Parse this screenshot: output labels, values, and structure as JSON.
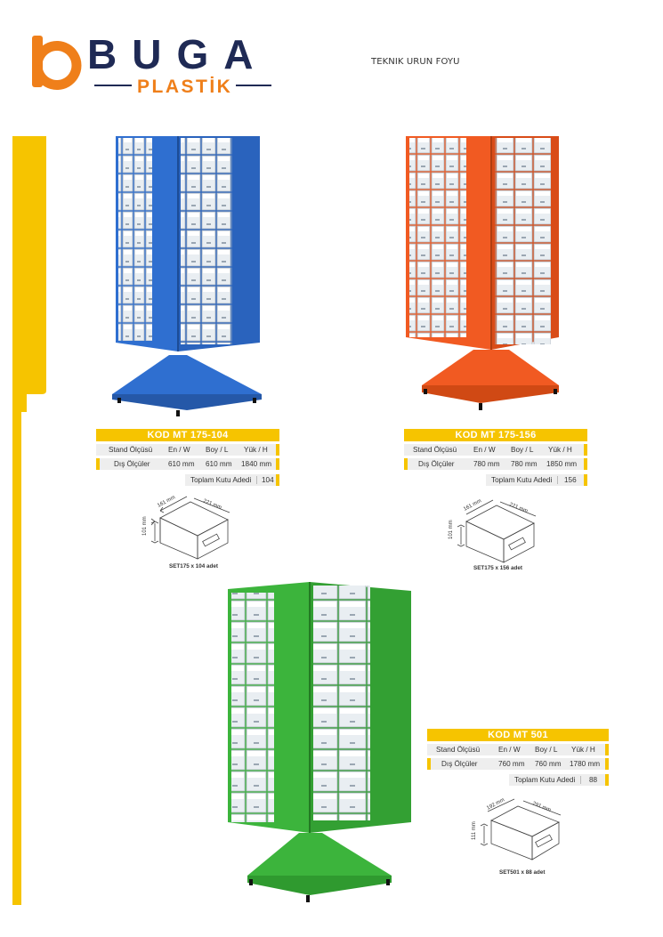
{
  "header": {
    "brand_name": "BUGA",
    "brand_sub": "PLASTİK",
    "document_title": "TEKNIK URUN FOYU"
  },
  "colors": {
    "brand_orange": "#ef7f1a",
    "brand_navy": "#1f2a55",
    "accent_yellow": "#f6c400",
    "blue_stand": "#2f6fd0",
    "orange_stand": "#f15a22",
    "green_stand": "#3cb43c"
  },
  "spec_labels": {
    "stand": "Stand Ölçüsü",
    "outer": "Dış Ölçüler",
    "width": "En / W",
    "length": "Boy / L",
    "height": "Yük / H",
    "total": "Toplam Kutu Adedi"
  },
  "products": [
    {
      "code": "KOD MT 175-104",
      "en": "610 mm",
      "boy": "610 mm",
      "yuk": "1840 mm",
      "total": "104",
      "box_dims": {
        "w": "161 mm",
        "l": "221 mm",
        "h": "101 mm"
      },
      "caption": "SET175 x 104 adet"
    },
    {
      "code": "KOD MT 175-156",
      "en": "780 mm",
      "boy": "780 mm",
      "yuk": "1850 mm",
      "total": "156",
      "box_dims": {
        "w": "161 mm",
        "l": "221 mm",
        "h": "101 mm"
      },
      "caption": "SET175 x 156 adet"
    },
    {
      "code": "KOD MT 501",
      "en": "760 mm",
      "boy": "760 mm",
      "yuk": "1780 mm",
      "total": "88",
      "box_dims": {
        "w": "192 mm",
        "l": "291 mm",
        "h": "111 mm"
      },
      "caption": "SET501 x 88 adet"
    }
  ]
}
